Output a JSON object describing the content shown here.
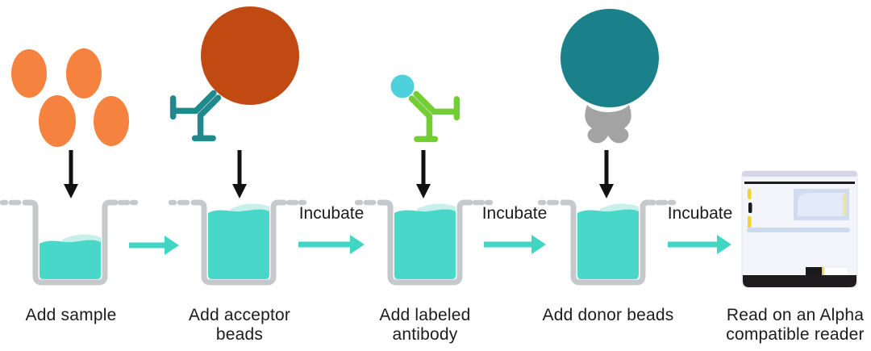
{
  "workflow": {
    "steps": [
      {
        "id": "add-sample",
        "label": "Add sample"
      },
      {
        "id": "add-acceptor-beads",
        "label": "Add acceptor beads"
      },
      {
        "id": "add-labeled-antibody",
        "label": "Add labeled antibody"
      },
      {
        "id": "add-donor-beads",
        "label": "Add donor beads"
      },
      {
        "id": "read-on-reader",
        "label": "Read on an Alpha compatible reader"
      }
    ],
    "incubate_labels": [
      "Incubate",
      "Incubate",
      "Incubate"
    ]
  },
  "icons": {
    "sample": "sample-analyte-ovals-icon",
    "acceptor": "acceptor-bead-with-antibody-icon",
    "labeled_antibody": "labeled-antibody-icon",
    "donor": "donor-bead-with-streptavidin-icon",
    "well": "microplate-well-icon",
    "down_arrow": "down-arrow-icon",
    "flow_arrow": "flow-arrow-icon",
    "reader": "alpha-plate-reader-icon"
  },
  "colors": {
    "sample_orange": "#F5823E",
    "acceptor_rust": "#C04A12",
    "antibody_teal": "#1F8A8C",
    "antibody_green": "#72CE33",
    "label_cyan": "#4ED1DC",
    "donor_teal": "#1A8089",
    "streptavidin_gray": "#A3A3A3",
    "liquid_teal": "#49D7CA",
    "liquid_highlight": "#C7F0EA",
    "flow_arrow_teal": "#41D6C4",
    "well_gray": "#C5C9CC",
    "arrow_black": "#111111",
    "text": "#1C1C1C",
    "reader_body": "#F3F5FB",
    "reader_top_strip": "#D8D4E8",
    "reader_line": "#1A1A1A",
    "reader_screen": "#D0DBF0",
    "reader_screen_inner": "#E2EAF8",
    "reader_screen_glint": "#EAE4A5",
    "reader_divider": "#CCDAEE",
    "reader_yellow": "#F2D52C",
    "reader_base": "#201B1E",
    "reader_slot_white": "#FFFFFF"
  }
}
